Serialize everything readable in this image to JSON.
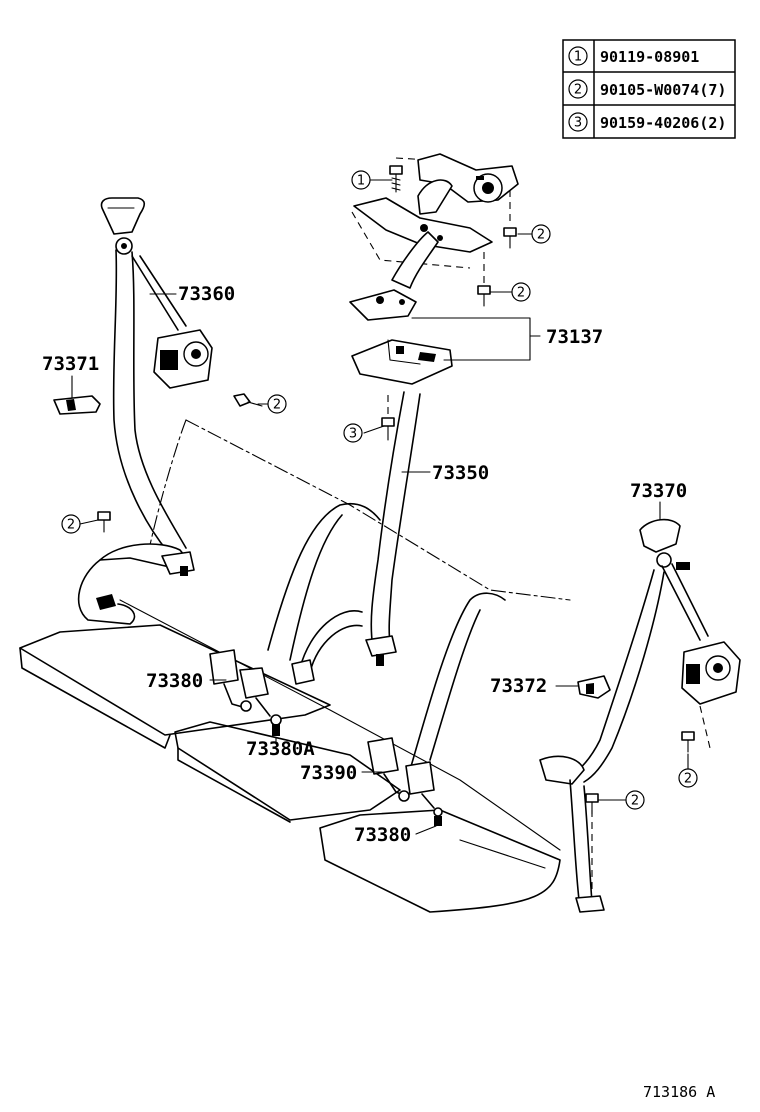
{
  "legend": {
    "rows": [
      {
        "index": "1",
        "part": "90119-08901"
      },
      {
        "index": "2",
        "part": "90105-W0074(7)"
      },
      {
        "index": "3",
        "part": "90159-40206(2)"
      }
    ]
  },
  "callouts": {
    "c73360": "73360",
    "c73371": "73371",
    "c73137": "73137",
    "c73350": "73350",
    "c73370": "73370",
    "c73380a": "73380",
    "c73380A": "73380A",
    "c73390": "73390",
    "c73372": "73372",
    "c73380b": "73380"
  },
  "circle_markers": {
    "m1": "1",
    "m2a": "2",
    "m2b": "2",
    "m2c": "2",
    "m2d": "2",
    "m2e": "2",
    "m2f": "2",
    "m3": "3"
  },
  "diagram_code": "713186 A"
}
